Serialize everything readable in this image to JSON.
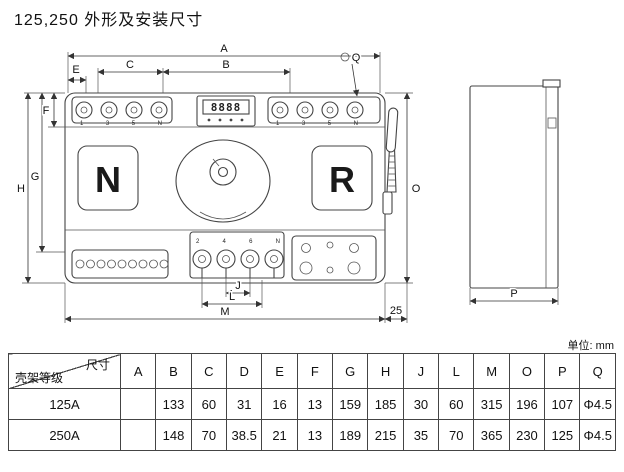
{
  "title": "125,250 外形及安装尺寸",
  "unit_label": "单位: mm",
  "diagram": {
    "labels": {
      "A": "A",
      "B": "B",
      "C": "C",
      "E": "E",
      "F": "F",
      "G": "G",
      "H": "H",
      "J": "J",
      "L": "L",
      "M": "M",
      "O": "O",
      "P": "P",
      "Q": "Q",
      "dim25": "25"
    },
    "markings": {
      "left": "N",
      "right": "R",
      "display": "8888",
      "terminals_top_left": "1 3 5 N",
      "terminals_top_right": "1 3 5 N",
      "terminals_bottom": "2 4 6 N"
    }
  },
  "table": {
    "corner_top": "尺寸",
    "corner_bottom": "壳架等级",
    "columns": [
      "A",
      "B",
      "C",
      "D",
      "E",
      "F",
      "G",
      "H",
      "J",
      "L",
      "M",
      "O",
      "P",
      "Q"
    ],
    "rows": [
      {
        "label": "125A",
        "values": [
          "",
          "133",
          "60",
          "31",
          "16",
          "13",
          "159",
          "185",
          "30",
          "60",
          "315",
          "196",
          "107",
          "Φ4.5"
        ]
      },
      {
        "label": "250A",
        "values": [
          "",
          "148",
          "70",
          "38.5",
          "21",
          "13",
          "189",
          "215",
          "35",
          "70",
          "365",
          "230",
          "125",
          "Φ4.5"
        ]
      }
    ]
  }
}
